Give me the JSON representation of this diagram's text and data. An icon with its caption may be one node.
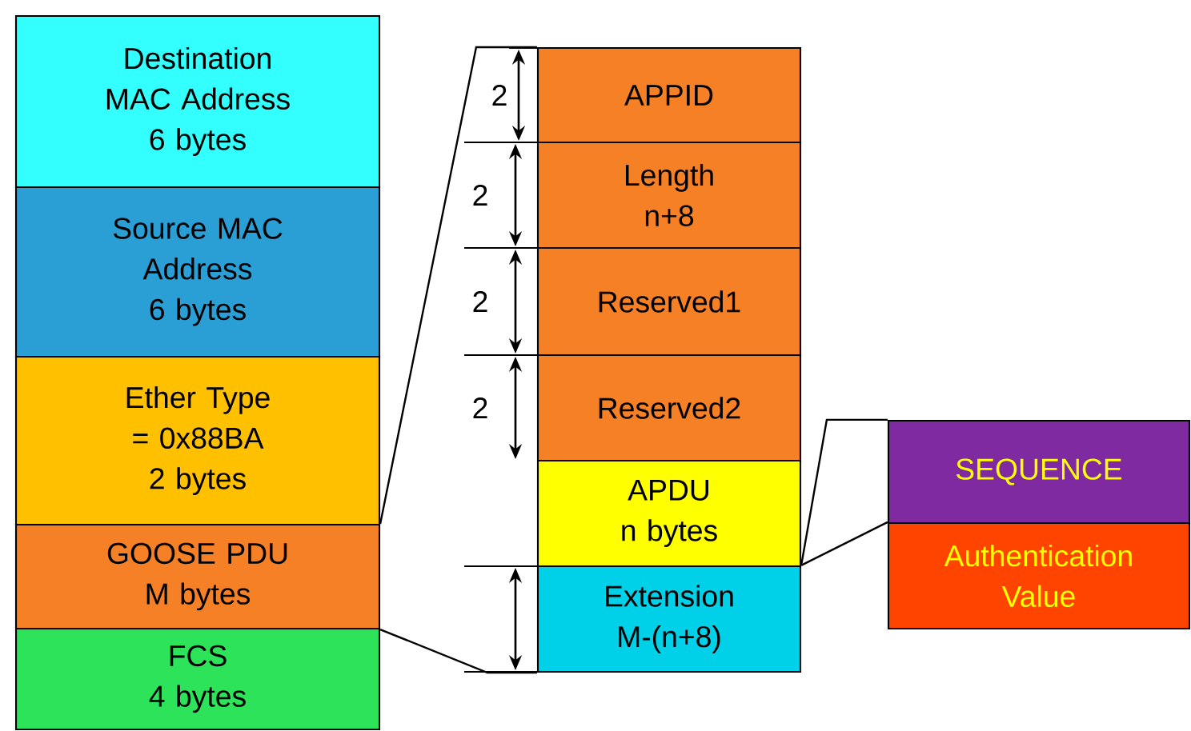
{
  "diagram": {
    "nodes": [
      {
        "text": [
          "Destination MAC Address",
          "6 bytes"
        ]
      },
      {
        "text": [
          "Source MAC Address",
          "6 bytes"
        ]
      },
      {
        "text": [
          "Ether Type = 0x88BA",
          "2 bytes"
        ]
      },
      {
        "text": [
          "GOOSE PDU",
          "M bytes"
        ]
      },
      {
        "text": [
          "FCS",
          "4 bytes"
        ]
      },
      {
        "text": [
          "APPID"
        ]
      },
      {
        "text": [
          "Length",
          "n+8"
        ]
      },
      {
        "text": [
          "Reserved1"
        ]
      },
      {
        "text": [
          "Reserved2"
        ]
      },
      {
        "text": [
          "APDU",
          "n bytes"
        ]
      },
      {
        "text": [
          "Extension",
          "M-(n+8)"
        ]
      },
      {
        "text": [
          "SEQUENCE"
        ]
      },
      {
        "text": [
          "Authentication Value"
        ]
      }
    ],
    "edges": [
      {
        "from": 3,
        "to": 5,
        "arrow": "none"
      },
      {
        "from": 3,
        "to": 10,
        "arrow": "none"
      },
      {
        "from": 10,
        "to": 11,
        "arrow": "none"
      },
      {
        "from": 10,
        "to": 12,
        "arrow": "none"
      }
    ],
    "labels": [
      "2",
      "2",
      "2",
      "2"
    ]
  }
}
